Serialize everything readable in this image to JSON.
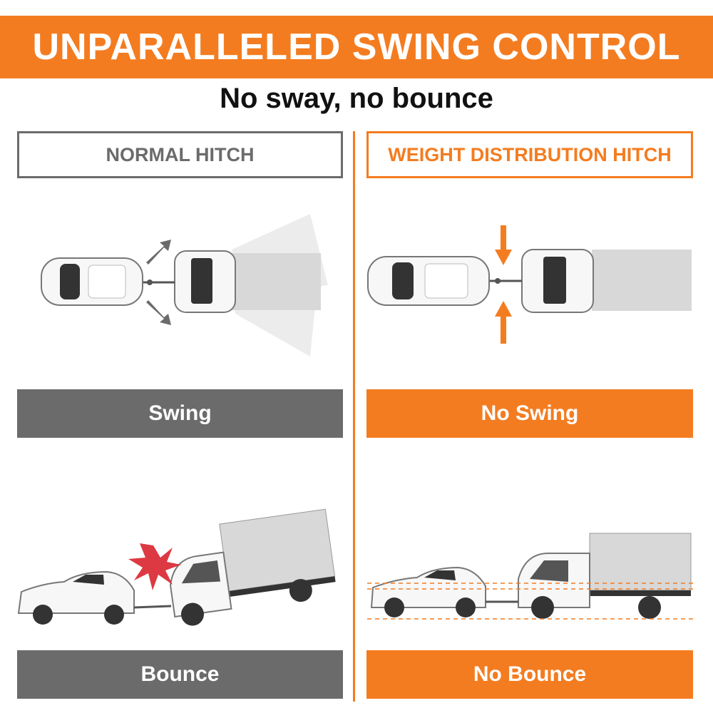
{
  "header": {
    "title": "UNPARALLELED SWING CONTROL",
    "subtitle": "No sway, no bounce"
  },
  "columns": {
    "left": {
      "label": "NORMAL HITCH",
      "top_result": "Swing",
      "bottom_result": "Bounce"
    },
    "right": {
      "label": "WEIGHT DISTRIBUTION HITCH",
      "top_result": "No Swing",
      "bottom_result": "No Bounce"
    }
  },
  "colors": {
    "accent": "#f47c20",
    "gray": "#6b6b6b",
    "warning_red": "#d9232e"
  },
  "icons": [
    "swing-arrow-icon",
    "compress-arrow-icon",
    "impact-burst-icon"
  ]
}
